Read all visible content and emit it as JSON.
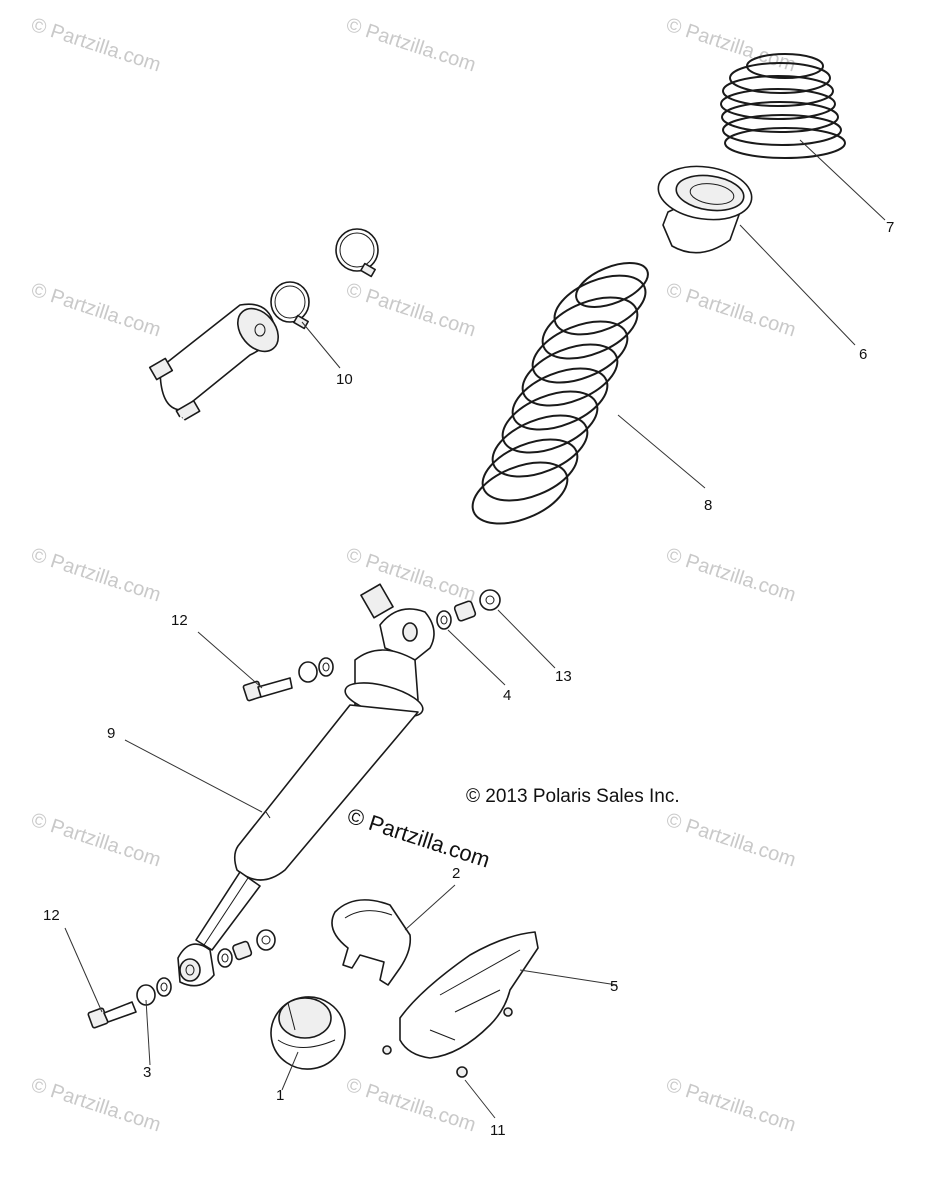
{
  "copyright": "© 2013 Polaris Sales Inc.",
  "watermark_main": "© Partzilla.com",
  "watermark_faint": "© Partzilla.com",
  "callouts": [
    "1",
    "2",
    "3",
    "4",
    "5",
    "6",
    "7",
    "8",
    "9",
    "10",
    "11",
    "12",
    "12",
    "13"
  ]
}
